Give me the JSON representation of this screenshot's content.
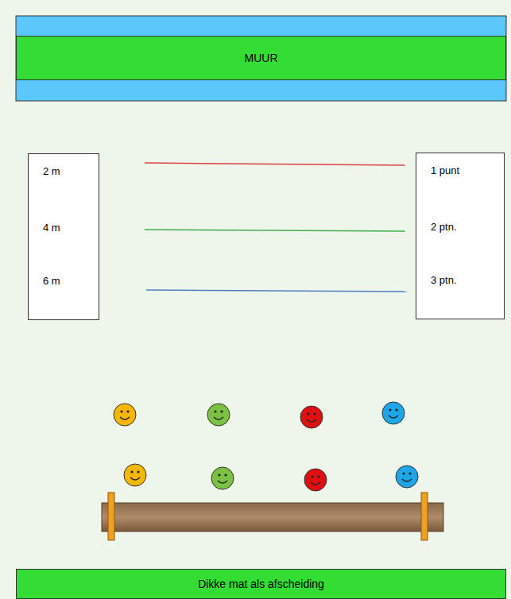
{
  "diagram": {
    "nodes": [
      {
        "text": [
          "MUUR"
        ]
      },
      {
        "text": [
          "2 m",
          "4 m",
          "6 m"
        ]
      },
      {
        "text": [
          "1 punt",
          "2 ptn.",
          "3 ptn."
        ]
      },
      {
        "text": [
          "Dikke mat als afscheiding"
        ]
      }
    ]
  }
}
